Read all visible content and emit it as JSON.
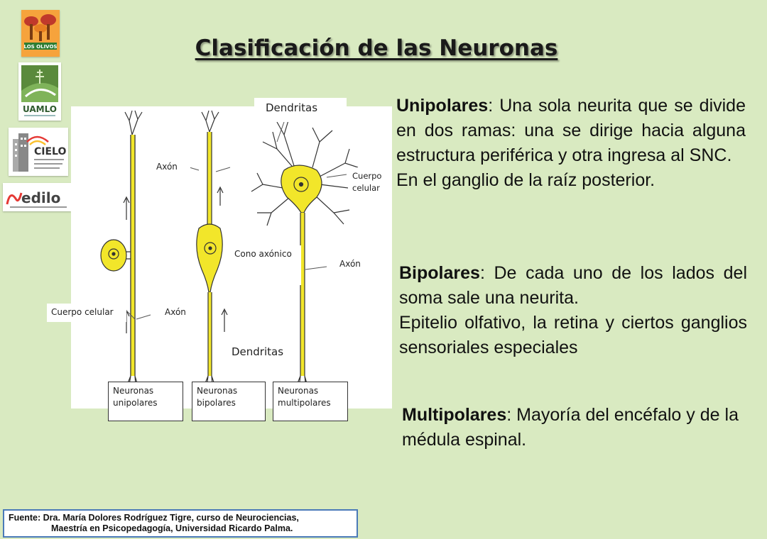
{
  "title": "Clasificación de las Neuronas",
  "logos": [
    {
      "name": "los-olivos-logo",
      "text": "LOS OLIVOS"
    },
    {
      "name": "uamlo-logo",
      "text": "UAMLO"
    },
    {
      "name": "cielo-logo",
      "text": "CIELO"
    },
    {
      "name": "edilo-logo",
      "text": "edilo"
    }
  ],
  "diagram": {
    "labels": {
      "dendritas_top": "Dendritas",
      "axon_1": "Axón",
      "cuerpo_celular_right": "Cuerpo celular",
      "cono_axonico": "Cono axónico",
      "axon_right": "Axón",
      "cuerpo_celular_left": "Cuerpo celular",
      "axon_2": "Axón",
      "dendritas_bottom": "Dendritas"
    },
    "captions": [
      "Neuronas unipolares",
      "Neuronas bipolares",
      "Neuronas multipolares"
    ],
    "colors": {
      "soma": "#f2e62a",
      "outline": "#333333"
    }
  },
  "sections": {
    "unipolares": {
      "term": "Unipolares",
      "text": ": Una sola neurita que se divide en dos ramas: una se dirige hacia alguna estructura periférica y otra ingresa al SNC.",
      "extra": "En el ganglio de la raíz posterior."
    },
    "bipolares": {
      "term": "Bipolares",
      "text": ": De cada uno de los lados del soma sale una neurita.",
      "extra": "Epitelio olfativo, la retina y ciertos ganglios sensoriales especiales"
    },
    "multipolares": {
      "term": "Multipolares",
      "text": ": Mayoría del encéfalo y de la médula espinal."
    }
  },
  "source": {
    "line1": "Fuente: Dra. María Dolores Rodríguez Tigre, curso de Neurociencias,",
    "line2": "Maestría en Psicopedagogía, Universidad Ricardo Palma."
  },
  "colors": {
    "background": "#d9eac1",
    "source_border": "#4a7ab8"
  }
}
